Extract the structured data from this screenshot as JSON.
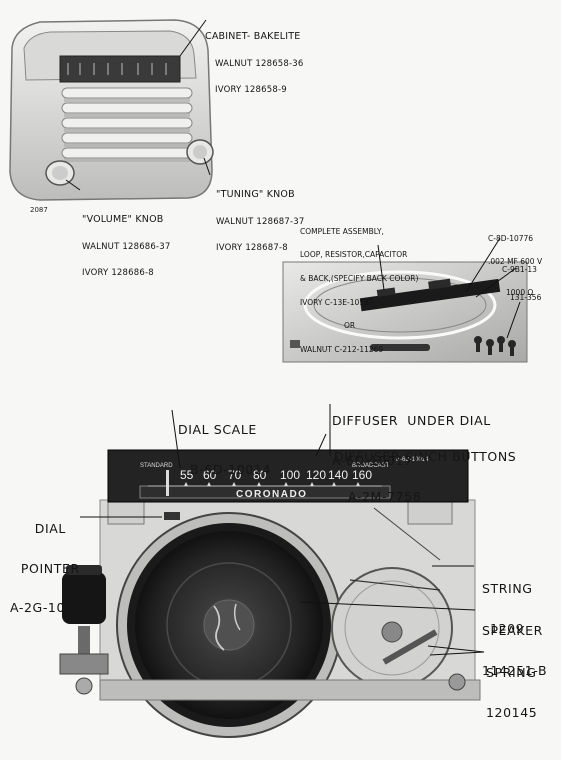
{
  "cabinet": {
    "title": "CABINET- BAKELITE",
    "walnut": "WALNUT 128658-36",
    "ivory": "IVORY 128658-9"
  },
  "photo_number": "2087",
  "volume_knob": {
    "title": "\"VOLUME\" KNOB",
    "walnut": "WALNUT 128686-37",
    "ivory": "IVORY 128686-8"
  },
  "tuning_knob": {
    "title": "\"TUNING\" KNOB",
    "walnut": "WALNUT 128687-37",
    "ivory": "IVORY 128687-8"
  },
  "assembly": {
    "line1": "COMPLETE ASSEMBLY,",
    "line2": "LOOP, RESISTOR,CAPACITOR",
    "line3": "& BACK,(SPECIFY BACK COLOR)",
    "ivory": "IVORY C-13E-10195",
    "or": "OR",
    "walnut": "WALNUT C-212-11269"
  },
  "capacitor": {
    "part": "C-8D-10776",
    "value": ".002 MF 600 V"
  },
  "resistor": {
    "part": "C-9B1-13",
    "value": "1000 Ω"
  },
  "clip_part": "131-356",
  "dial_scale": {
    "name": "DIAL SCALE",
    "part": "B-6D-10014"
  },
  "diffuser": {
    "name": "DIFFUSER  UNDER DIAL",
    "part": "A-6D-10017"
  },
  "diffuser_cinch": {
    "name": "DIFFUSER CINCH BUTTONS",
    "part": "A-2M-7758"
  },
  "dial_pointer": {
    "line1": "DIAL",
    "line2": "POINTER",
    "part": "A-2G-10199"
  },
  "string": {
    "name": "STRING",
    "part": "1209"
  },
  "speaker": {
    "name": "SPEAKER",
    "part": "114251-B"
  },
  "spring": {
    "name": "SPRING",
    "part": "120145"
  },
  "dial": {
    "standard": "STANDARD",
    "broadcast": "BROADCAST",
    "numbers": [
      "55",
      "60",
      "70",
      "80",
      "100",
      "120",
      "140",
      "160"
    ],
    "brand": "CORONADO",
    "small_code": "B-6D-10014"
  },
  "colors": {
    "ink": "#151515",
    "paper": "#f7f7f5"
  }
}
